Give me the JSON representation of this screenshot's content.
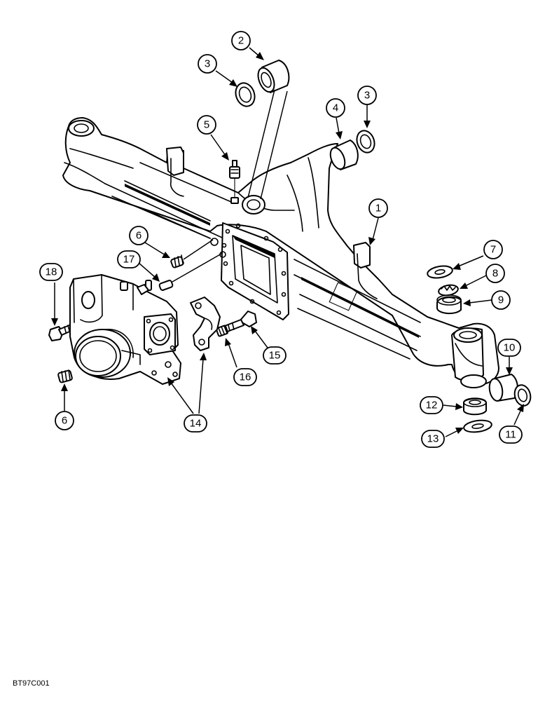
{
  "figure_code": "BT97C001",
  "callouts": [
    {
      "id": "c1",
      "label": "1"
    },
    {
      "id": "c2",
      "label": "2"
    },
    {
      "id": "c3a",
      "label": "3"
    },
    {
      "id": "c3b",
      "label": "3"
    },
    {
      "id": "c4",
      "label": "4"
    },
    {
      "id": "c5",
      "label": "5"
    },
    {
      "id": "c6a",
      "label": "6"
    },
    {
      "id": "c6b",
      "label": "6"
    },
    {
      "id": "c7",
      "label": "7"
    },
    {
      "id": "c8",
      "label": "8"
    },
    {
      "id": "c9",
      "label": "9"
    },
    {
      "id": "c10",
      "label": "10"
    },
    {
      "id": "c11",
      "label": "11"
    },
    {
      "id": "c12",
      "label": "12"
    },
    {
      "id": "c13",
      "label": "13"
    },
    {
      "id": "c14",
      "label": "14"
    },
    {
      "id": "c15",
      "label": "15"
    },
    {
      "id": "c16",
      "label": "16"
    },
    {
      "id": "c17",
      "label": "17"
    },
    {
      "id": "c18",
      "label": "18"
    }
  ]
}
